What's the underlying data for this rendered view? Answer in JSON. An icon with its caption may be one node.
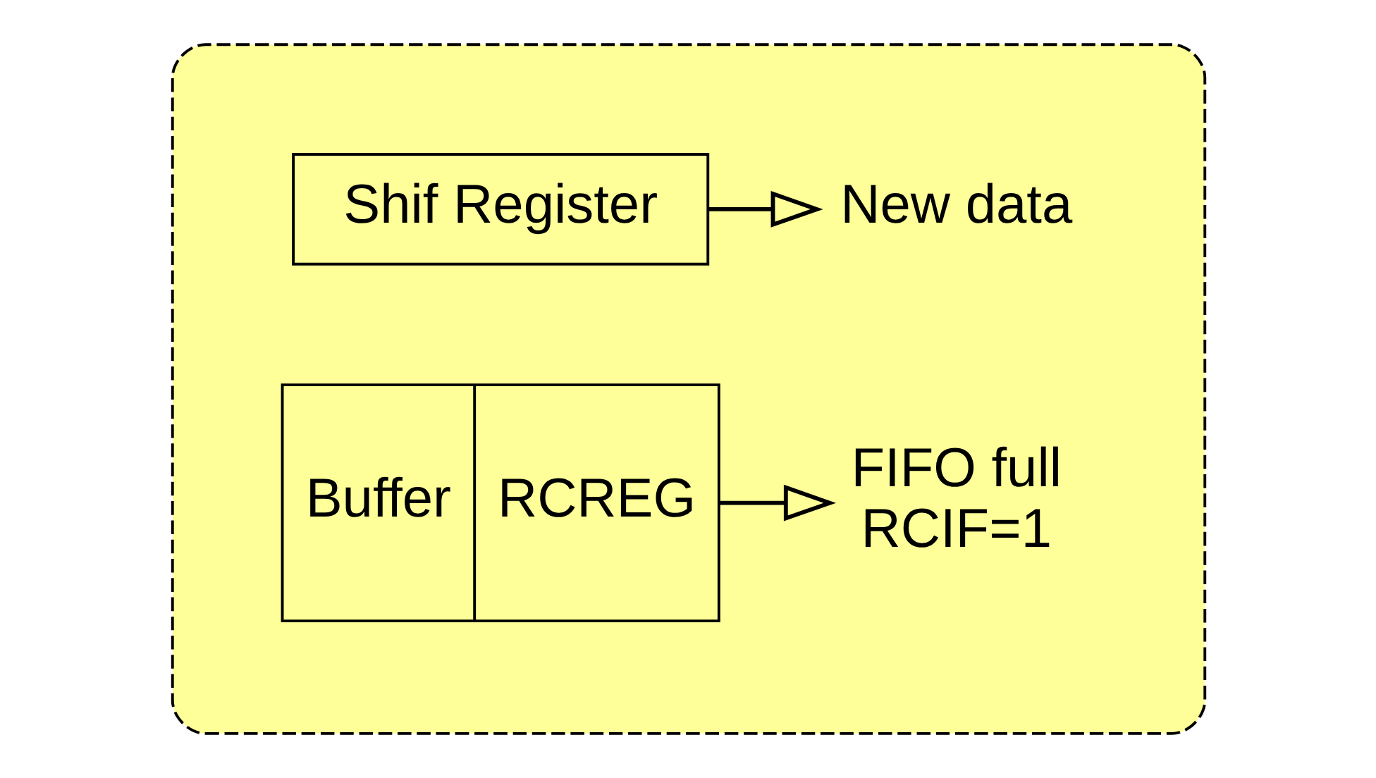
{
  "diagram": {
    "nodes": [
      {
        "text": [],
        "shape": "ellipse"
      },
      {
        "text": [
          "Shif Register"
        ],
        "in": 0
      },
      {
        "text": [
          "New data"
        ],
        "in": 0
      },
      {
        "text": [
          "Buffer",
          "RCREG"
        ],
        "in": 0
      },
      {
        "text": [
          "FIFO full",
          "RCIF=1"
        ],
        "in": 0
      }
    ],
    "edges": [
      {
        "from": 1,
        "to": 2,
        "arrow": "to"
      },
      {
        "from": 3,
        "to": 4,
        "arrow": "to"
      }
    ]
  }
}
